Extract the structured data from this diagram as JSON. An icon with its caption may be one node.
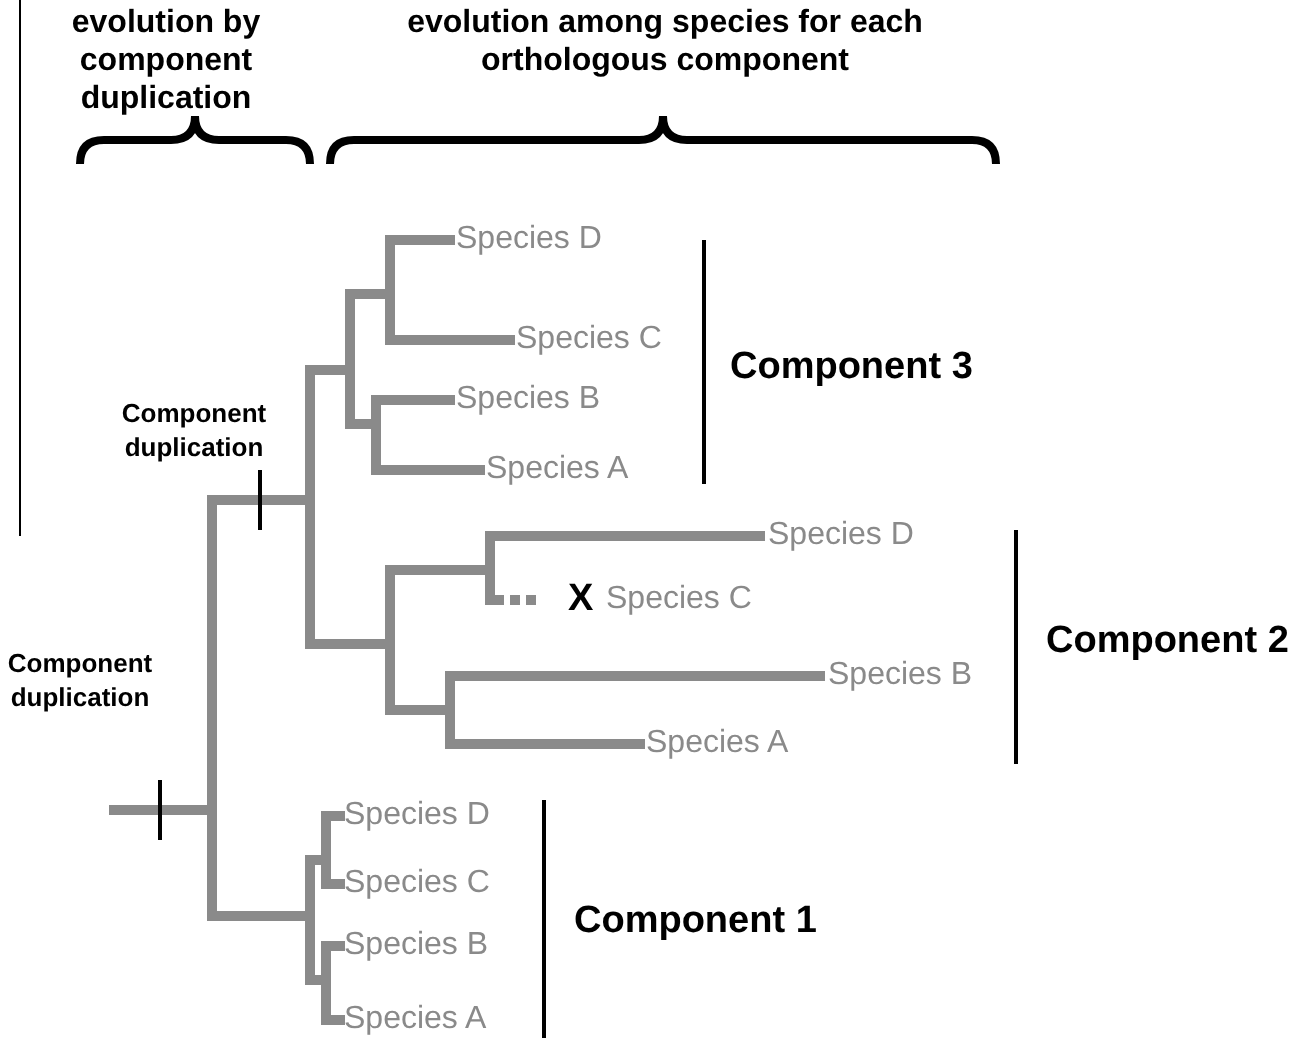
{
  "diagram": {
    "labels": [
      "evolution by component duplication",
      "evolution among species for each orthologous component",
      "Species D",
      "Species C",
      "Species B",
      "Species A",
      "Component 3",
      "Component duplication",
      "Species D",
      "X",
      "Species C",
      "Component 2",
      "Component duplication",
      "Species B",
      "Species A",
      "Species D",
      "Species C",
      "Component 1",
      "Species B",
      "Species A"
    ]
  }
}
